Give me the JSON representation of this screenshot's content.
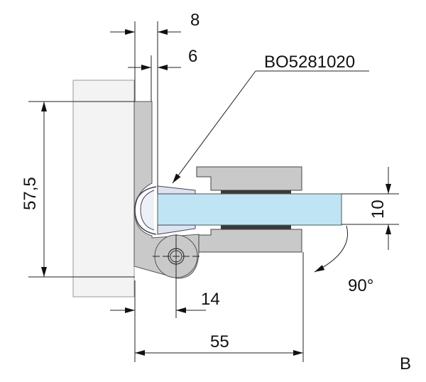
{
  "part_number": "BO5281020",
  "dimensions": {
    "top_outer": "8",
    "top_inner": "6",
    "height": "57,5",
    "glass_thickness": "10",
    "pin_offset": "14",
    "overall_length": "55",
    "angle": "90°"
  },
  "view_label": "B",
  "colors": {
    "glass": "#bfe5f4",
    "hardware": "#c9c9c9",
    "wall": "#f3f3f3",
    "gasket": "#3a3a3a"
  }
}
